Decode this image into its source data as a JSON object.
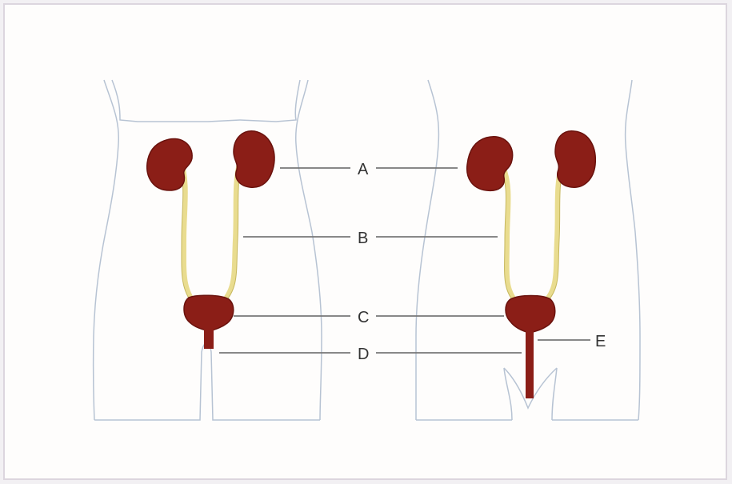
{
  "labels": {
    "A": "A",
    "B": "B",
    "C": "C",
    "D": "D",
    "E": "E"
  },
  "colors": {
    "organ": "#8b1e17",
    "organ_dark": "#6a120d",
    "ureter": "#e9dc8f",
    "outline": "#b7c3d3",
    "leader": "#777777"
  }
}
